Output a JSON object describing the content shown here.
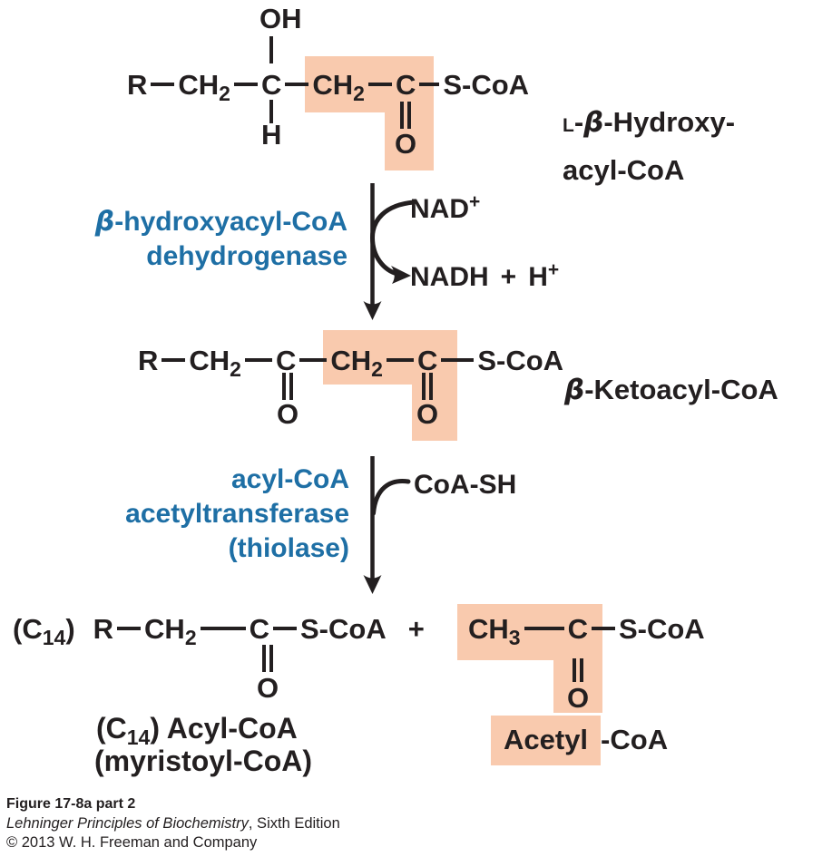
{
  "colors": {
    "highlight_peach": "#f9caae",
    "enzyme_blue": "#1e6fa5",
    "ink_black": "#231f20"
  },
  "atoms": {
    "R": "R",
    "CH": "CH",
    "sub2": "2",
    "sub3": "3",
    "C": "C",
    "S_CoA": "S-CoA",
    "O": "O",
    "H": "H",
    "OH": "OH"
  },
  "greek": {
    "beta": "β"
  },
  "compound_top": {
    "config_prefix": "L",
    "hyphen": "-",
    "name_line1_rest": "-Hydroxy-",
    "name_line2": "acyl-CoA"
  },
  "reaction1": {
    "enzyme_line1_rest": "-hydroxyacyl-CoA",
    "enzyme_line2": "dehydrogenase",
    "substrate_in": "NAD",
    "substrate_in_sup": "+",
    "product_out": "NADH",
    "plus": "+",
    "proton": "H",
    "proton_sup": "+"
  },
  "compound_mid": {
    "name_rest": "-Ketoacyl-CoA"
  },
  "reaction2": {
    "enzyme_line1": "acyl-CoA",
    "enzyme_line2": "acetyltransferase",
    "enzyme_line3": "(thiolase)",
    "substrate_in": "CoA-SH"
  },
  "products": {
    "c14_open": "(C",
    "c14_sub": "14",
    "c14_close": ")",
    "plus": "+",
    "acyl_name_open": "(C",
    "acyl_name_sub": "14",
    "acyl_name_close": ") Acyl-CoA",
    "acyl_name_line2": "(myristoyl-CoA)",
    "acetyl_highlight": "Acetyl",
    "acetyl_rest": "-CoA"
  },
  "caption": {
    "figure_label": "Figure 17-8a part 2",
    "book_title": "Lehninger Principles of Biochemistry",
    "edition": ", Sixth Edition",
    "copyright": "© 2013 W. H. Freeman and Company"
  }
}
